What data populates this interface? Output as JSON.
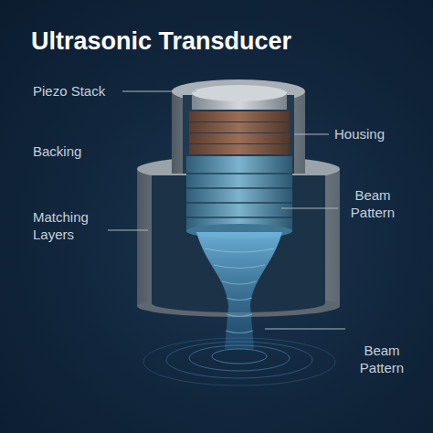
{
  "diagram": {
    "title": "Ultrasonic Transducer",
    "labels": [
      "Piezo Stack",
      "Housing",
      "Backing",
      "Beam Pattern",
      "Matching Layers",
      "Beam Pattern"
    ]
  }
}
